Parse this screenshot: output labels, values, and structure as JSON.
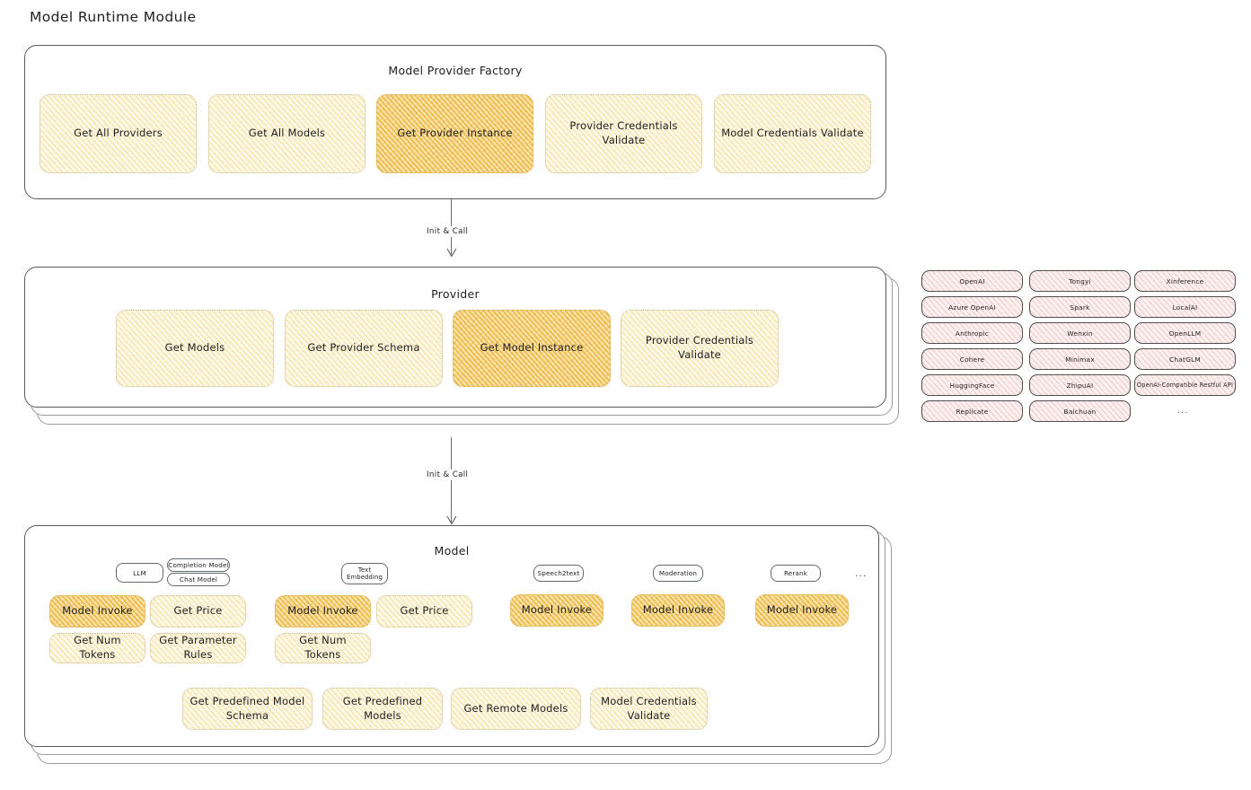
{
  "page": {
    "title": "Model Runtime Module"
  },
  "factory": {
    "title": "Model Provider Factory",
    "nodes": [
      {
        "label": "Get All Providers",
        "highlight": false
      },
      {
        "label": "Get All Models",
        "highlight": false
      },
      {
        "label": "Get Provider Instance",
        "highlight": true
      },
      {
        "label": "Provider Credentials Validate",
        "highlight": false
      },
      {
        "label": "Model Credentials Validate",
        "highlight": false
      }
    ]
  },
  "arrows": [
    {
      "label": "Init & Call"
    },
    {
      "label": "Init & Call"
    }
  ],
  "provider": {
    "title": "Provider",
    "nodes": [
      {
        "label": "Get Models",
        "highlight": false
      },
      {
        "label": "Get Provider Schema",
        "highlight": false
      },
      {
        "label": "Get Model Instance",
        "highlight": true
      },
      {
        "label": "Provider Credentials Validate",
        "highlight": false
      }
    ]
  },
  "provider_list": {
    "columns": [
      [
        "OpenAI",
        "Azure OpenAI",
        "Anthropic",
        "Cohere",
        "HuggingFace",
        "Replicate"
      ],
      [
        "Tongyi",
        "Spark",
        "Wenxin",
        "Minimax",
        "ZhipuAI",
        "Baichuan"
      ],
      [
        "Xinference",
        "LocalAI",
        "OpenLLM",
        "ChatGLM",
        "OpenAI-Compatible Restful API"
      ]
    ],
    "more": "..."
  },
  "model": {
    "title": "Model",
    "more": "...",
    "types": [
      {
        "chip": "LLM",
        "subchips": [
          "Completion Model",
          "Chat Model"
        ],
        "nodes": [
          {
            "label": "Model Invoke",
            "highlight": true
          },
          {
            "label": "Get Price",
            "highlight": false
          },
          {
            "label": "Get Num Tokens",
            "highlight": false
          },
          {
            "label": "Get Parameter Rules",
            "highlight": false
          }
        ]
      },
      {
        "chip": "Text Embedding",
        "subchips": [],
        "nodes": [
          {
            "label": "Model Invoke",
            "highlight": true
          },
          {
            "label": "Get Price",
            "highlight": false
          },
          {
            "label": "Get Num Tokens",
            "highlight": false
          }
        ]
      },
      {
        "chip": "Speech2text",
        "subchips": [],
        "nodes": [
          {
            "label": "Model Invoke",
            "highlight": true
          }
        ]
      },
      {
        "chip": "Moderation",
        "subchips": [],
        "nodes": [
          {
            "label": "Model Invoke",
            "highlight": true
          }
        ]
      },
      {
        "chip": "Rerank",
        "subchips": [],
        "nodes": [
          {
            "label": "Model Invoke",
            "highlight": true
          }
        ]
      }
    ],
    "common_nodes": [
      {
        "label": "Get Predefined Model Schema"
      },
      {
        "label": "Get Predefined Models"
      },
      {
        "label": "Get Remote Models"
      },
      {
        "label": "Model Credentials Validate"
      }
    ]
  },
  "colors": {
    "node_fill_light": "#fdf8e6",
    "node_fill_highlight": "#fbe3ad",
    "chip_fill": "#e9f3fb",
    "pill_fill": "#fdf0f0",
    "stroke": "#1e1e1e"
  }
}
